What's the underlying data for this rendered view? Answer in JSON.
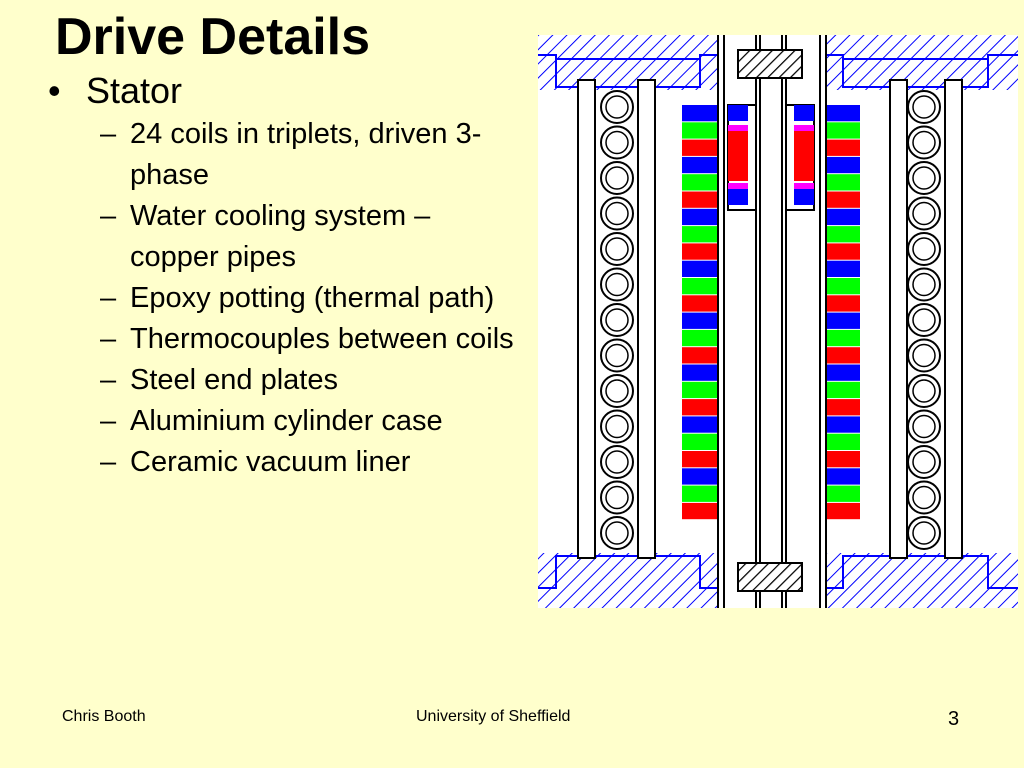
{
  "slide": {
    "title": "Drive Details",
    "bullet": "Stator",
    "items": [
      "24 coils in triplets, driven 3-phase",
      "Water cooling system – copper pipes",
      "Epoxy potting (thermal path)",
      "Thermocouples between coils",
      "Steel end plates",
      "Aluminium cylinder case",
      "Ceramic vacuum liner"
    ]
  },
  "footer": {
    "author": "Chris Booth",
    "institution": "University of Sheffield",
    "page": "3"
  },
  "colors": {
    "background": "#FFFFCC",
    "coil_blue": "#0000FF",
    "coil_green": "#00FF00",
    "coil_red": "#FF0000",
    "hatch_blue": "#0000FF"
  }
}
